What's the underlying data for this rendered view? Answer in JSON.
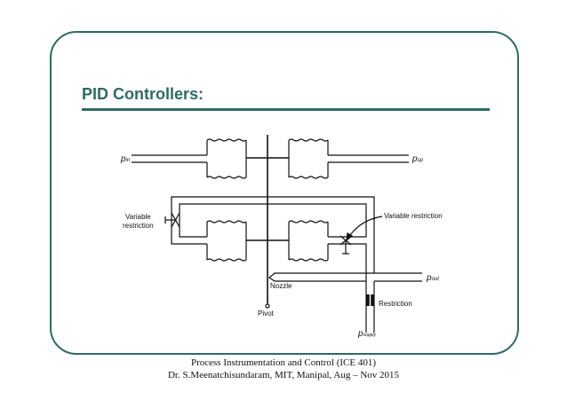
{
  "slide": {
    "title": "PID Controllers:",
    "accent": "#2e6b65"
  },
  "diagram": {
    "p_in": "p",
    "p_in_sub": "in",
    "p_sp": "p",
    "p_sp_sub": "sp",
    "p_out": "p",
    "p_out_sub": "out",
    "p_supply": "p",
    "p_supply_sub": "supply",
    "var_restriction_left_1": "Variable",
    "var_restriction_left_2": "restriction",
    "var_restriction_right": "Variable restriction",
    "nozzle": "Nozzle",
    "pivot": "Pivot",
    "restriction": "Restriction"
  },
  "footer": {
    "line1": "Process Instrumentation and Control (ICE 401)",
    "line2": "Dr. S.Meenatchisundaram, MIT, Manipal, Aug – Nov 2015"
  }
}
